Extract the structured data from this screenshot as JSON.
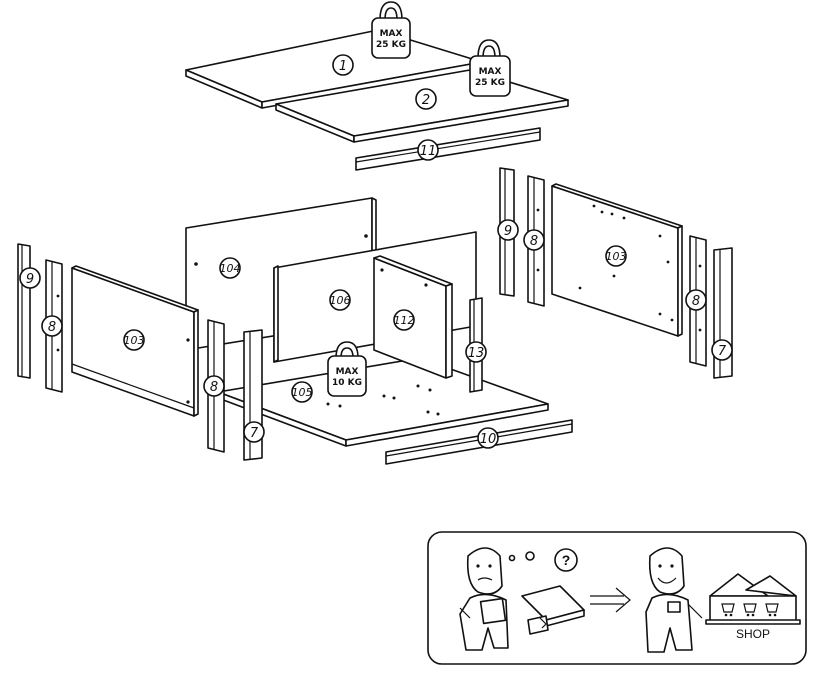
{
  "parts": {
    "p1": "1",
    "p2": "2",
    "p11": "11",
    "p9a": "9",
    "p8a": "8",
    "p103a": "103",
    "p104": "104",
    "p106": "106",
    "p112": "112",
    "p105": "105",
    "p13": "13",
    "p10": "10",
    "p9b": "9",
    "p8b": "8",
    "p103b": "103",
    "p8c": "8",
    "p7a": "7",
    "p8d": "8",
    "p7b": "7"
  },
  "weights": {
    "top1": {
      "line1": "MAX",
      "line2": "25 KG"
    },
    "top2": {
      "line1": "MAX",
      "line2": "25 KG"
    },
    "bottom": {
      "line1": "MAX",
      "line2": "10 KG"
    }
  },
  "help": {
    "question": "?",
    "shop": "SHOP"
  }
}
